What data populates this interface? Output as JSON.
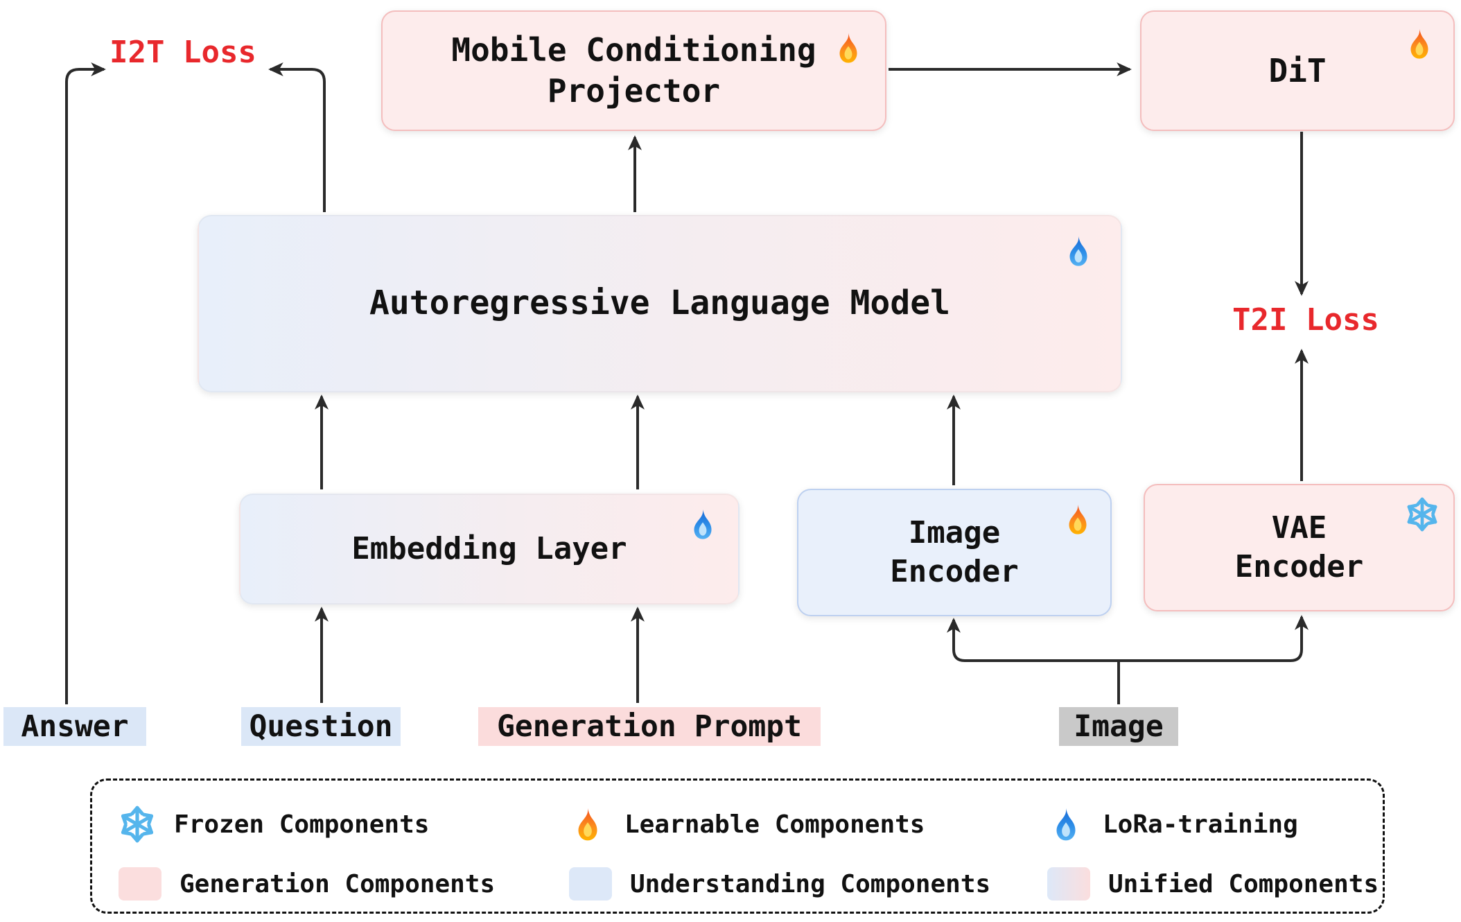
{
  "losses": {
    "i2t": "I2T Loss",
    "t2i": "T2I Loss"
  },
  "boxes": {
    "mcp": {
      "line1": "Mobile Conditioning",
      "line2": "Projector",
      "icon": "fire",
      "type": "generation"
    },
    "dit": {
      "label": "DiT",
      "icon": "fire",
      "type": "generation"
    },
    "alm": {
      "label": "Autoregressive Language Model",
      "icon": "blue-fire",
      "type": "unified"
    },
    "embedding": {
      "label": "Embedding Layer",
      "icon": "blue-fire",
      "type": "unified"
    },
    "image_encoder": {
      "line1": "Image",
      "line2": "Encoder",
      "icon": "fire",
      "type": "understanding"
    },
    "vae_encoder": {
      "line1": "VAE",
      "line2": "Encoder",
      "icon": "snowflake",
      "type": "generation"
    }
  },
  "inputs": {
    "answer": "Answer",
    "question": "Question",
    "generation_prompt": "Generation Prompt",
    "image": "Image"
  },
  "legend": {
    "row1": [
      {
        "icon": "snowflake-icon",
        "label": "Frozen Components"
      },
      {
        "icon": "fire-icon",
        "label": "Learnable Components"
      },
      {
        "icon": "blue-fire-icon",
        "label": "LoRa-training"
      }
    ],
    "row2": [
      {
        "swatch": "generation",
        "label": "Generation Components"
      },
      {
        "swatch": "understanding",
        "label": "Understanding Components"
      },
      {
        "swatch": "unified",
        "label": "Unified Components"
      }
    ]
  },
  "colors": {
    "generation_fill": "#fdecec",
    "generation_border": "#f4bdbd",
    "understanding_fill": "#e9f0fb",
    "understanding_border": "#bdd0f0",
    "loss_red": "#e8282c",
    "arrow": "#2a2a2a",
    "image_label_bg": "#c9c9c9"
  }
}
